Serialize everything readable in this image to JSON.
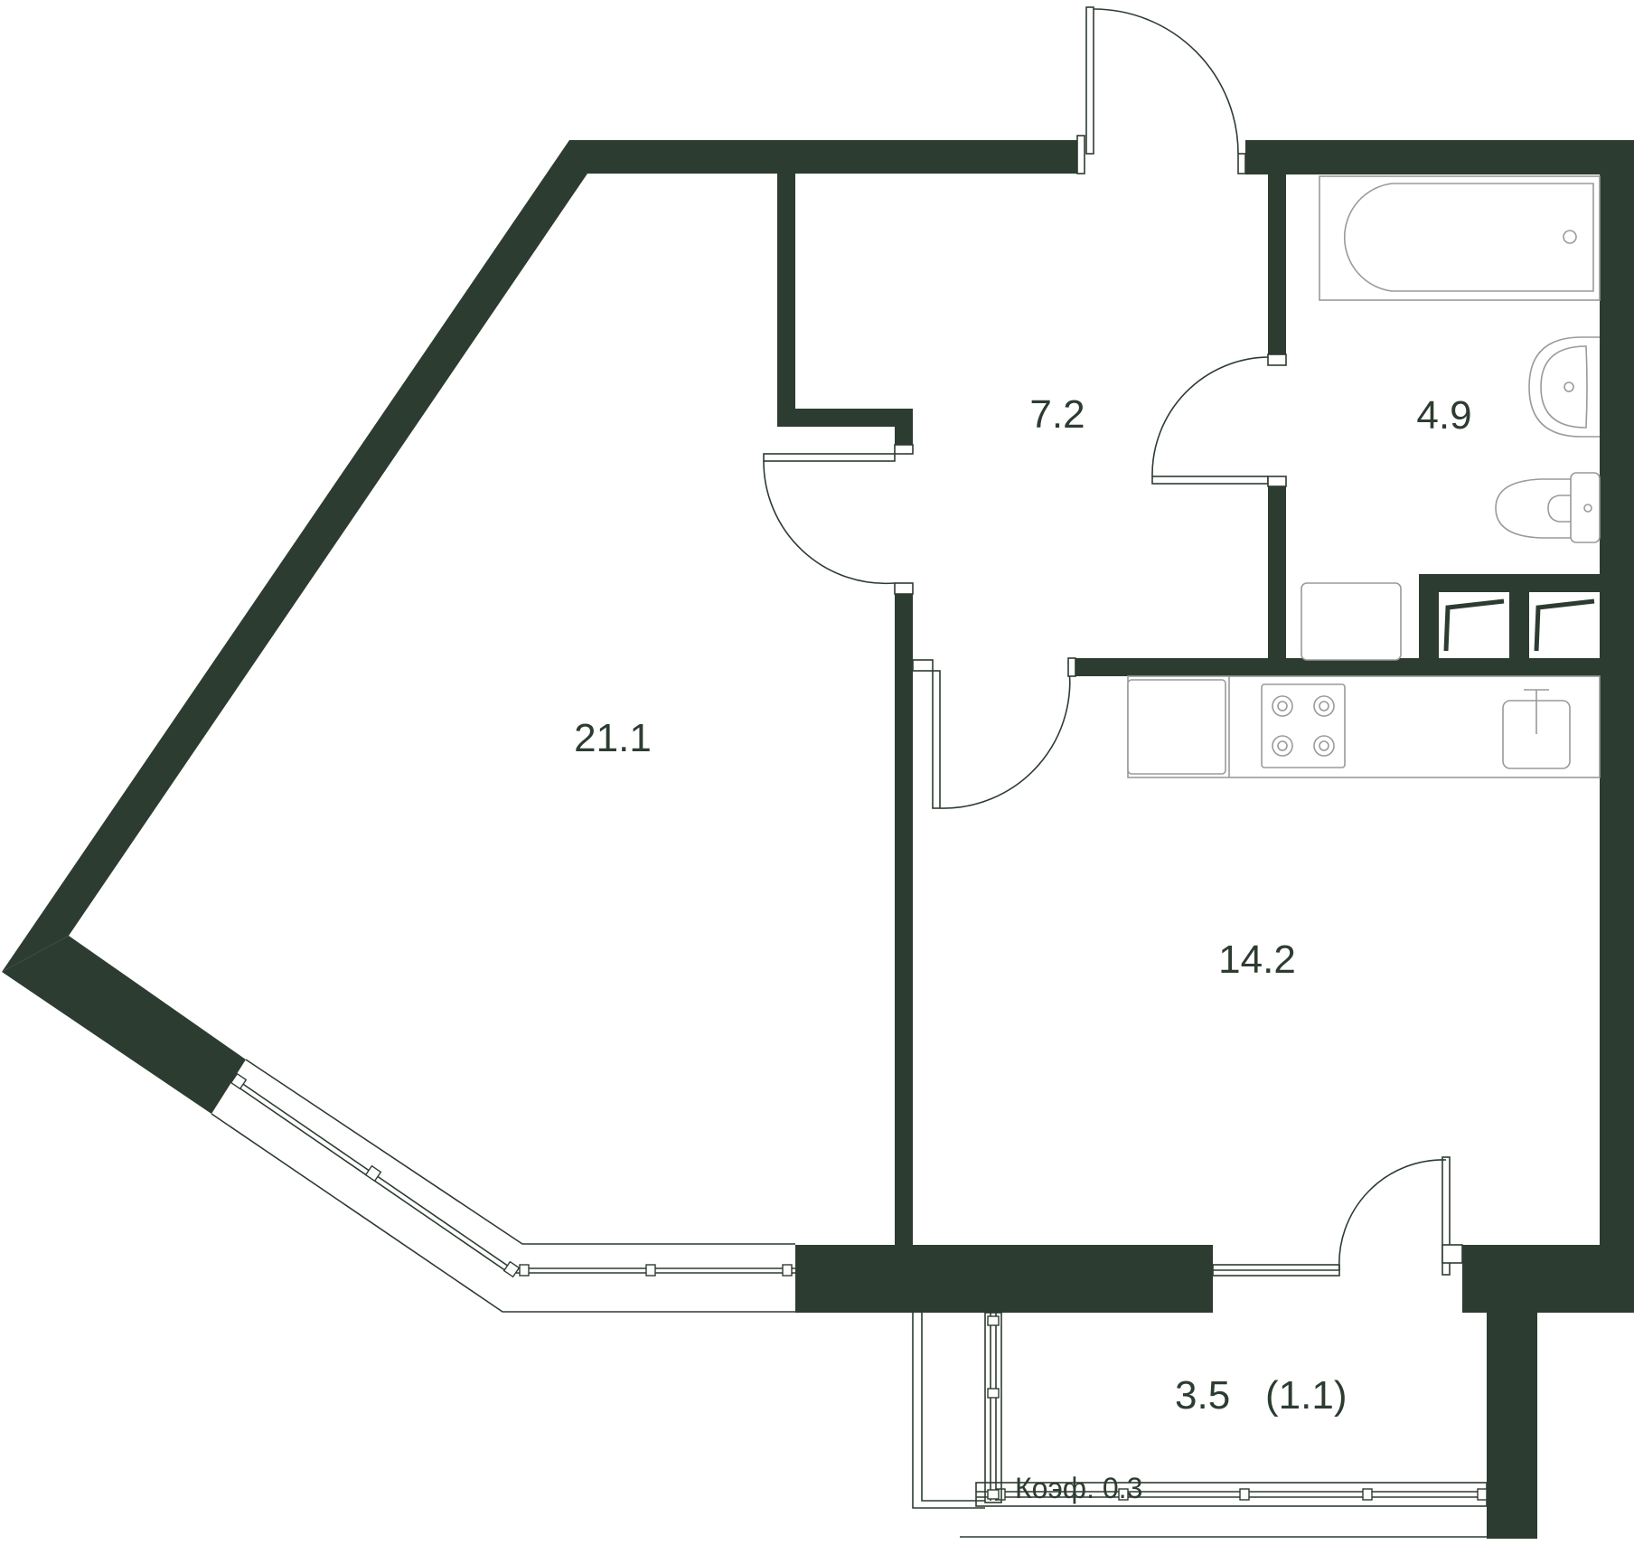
{
  "rooms": {
    "living": {
      "area": "21.1"
    },
    "hall": {
      "area": "7.2"
    },
    "bathroom": {
      "area": "4.9"
    },
    "kitchen": {
      "area": "14.2"
    },
    "balcony": {
      "area": "3.5",
      "reduced_area": "(1.1)"
    }
  },
  "balcony_coefficient": "Коэф. 0.3",
  "colors": {
    "wall": "#2d3c30",
    "fixture": "#9a9a9a",
    "background": "#ffffff"
  }
}
